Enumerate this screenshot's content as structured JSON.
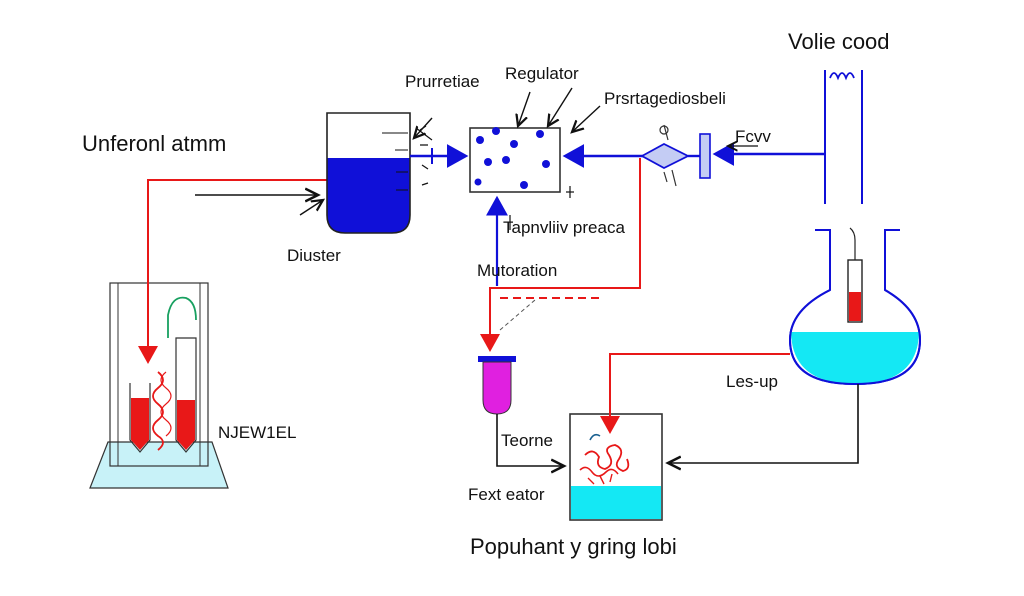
{
  "labels": {
    "title_top_right": "Volie cood",
    "left_title": "Unferonl atmm",
    "prurretiae": "Prurretiae",
    "regulator": "Regulator",
    "prsrtage": "Prsrtagediosbeli",
    "fcvv": "Fcvv",
    "diuster": "Diuster",
    "tapnvlii": "Tapnvliiv preaca",
    "mutoration": "Mutoration",
    "njewiel": "NJEW1EL",
    "les_up": "Les-up",
    "teorne": "Teorne",
    "fext_eator": "Fext eator",
    "bottom_caption": "Popuhant y gring lobi"
  },
  "colors": {
    "blue": "#1010d8",
    "red": "#e81818",
    "cyan": "#14e8f4",
    "magenta": "#e020e0",
    "line": "#111111",
    "pale_cyan": "#c8f2f8"
  }
}
